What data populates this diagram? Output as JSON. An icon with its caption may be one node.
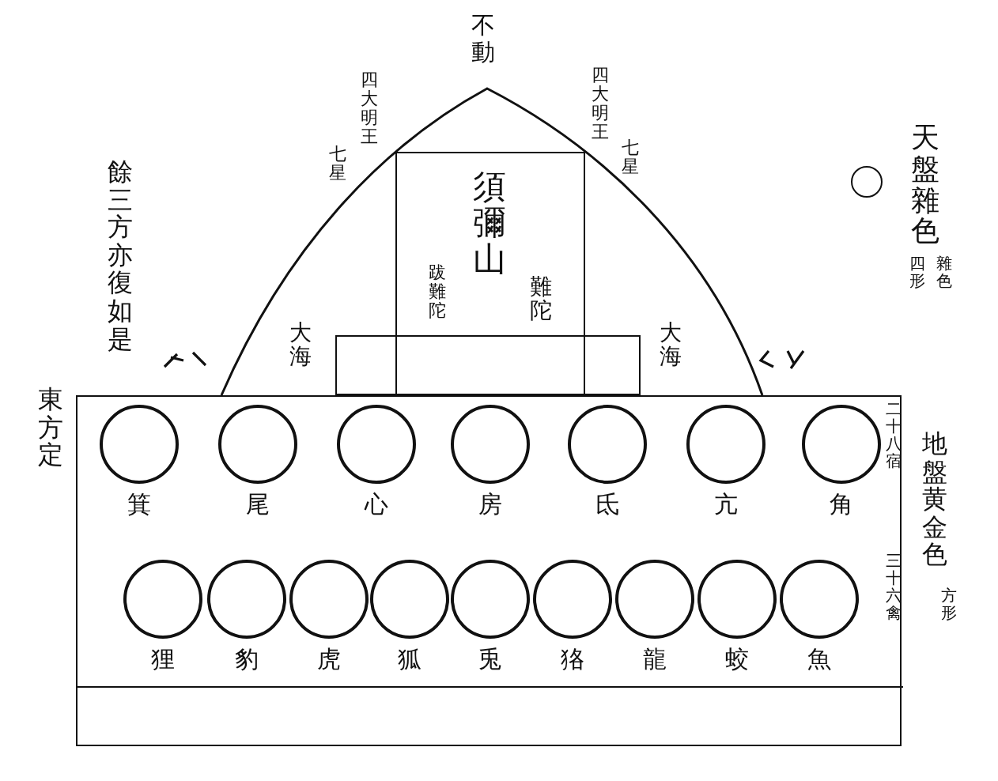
{
  "diagram": {
    "nodes": [
      {
        "text": [
          "不動"
        ]
      },
      {
        "text": [
          "須彌山",
          "跋難陀",
          "難陀"
        ],
        "in": 0
      },
      {
        "text": [],
        "shape": "box",
        "in": 0
      },
      {
        "text": [],
        "shape": "circle"
      },
      {
        "text": [],
        "shape": "box"
      },
      {
        "text": [
          "箕"
        ],
        "in": 4
      },
      {
        "text": [
          "尾"
        ],
        "in": 4
      },
      {
        "text": [
          "心"
        ],
        "in": 4
      },
      {
        "text": [
          "房"
        ],
        "in": 4
      },
      {
        "text": [
          "氐"
        ],
        "in": 4
      },
      {
        "text": [
          "亢"
        ],
        "in": 4
      },
      {
        "text": [
          "角"
        ],
        "in": 4
      },
      {
        "text": [
          "狸"
        ],
        "in": 4
      },
      {
        "text": [
          "豹"
        ],
        "in": 4
      },
      {
        "text": [
          "虎"
        ],
        "in": 4
      },
      {
        "text": [
          "狐"
        ],
        "in": 4
      },
      {
        "text": [
          "兎"
        ],
        "in": 4
      },
      {
        "text": [
          "狢"
        ],
        "in": 4
      },
      {
        "text": [
          "龍"
        ],
        "in": 4
      },
      {
        "text": [
          "蛟"
        ],
        "in": 4
      },
      {
        "text": [
          "魚"
        ],
        "in": 4
      },
      {
        "text": [],
        "shape": "box",
        "in": 4
      }
    ],
    "labels": [
      "四大明王",
      "七星",
      "四大明王",
      "七星",
      "餘三方亦復如是",
      "天盤雜色",
      "雜色",
      "四形",
      "大海",
      "大海",
      "東方定",
      "二十八宿",
      "地盤黄金色",
      "三十六禽",
      "方形"
    ]
  }
}
